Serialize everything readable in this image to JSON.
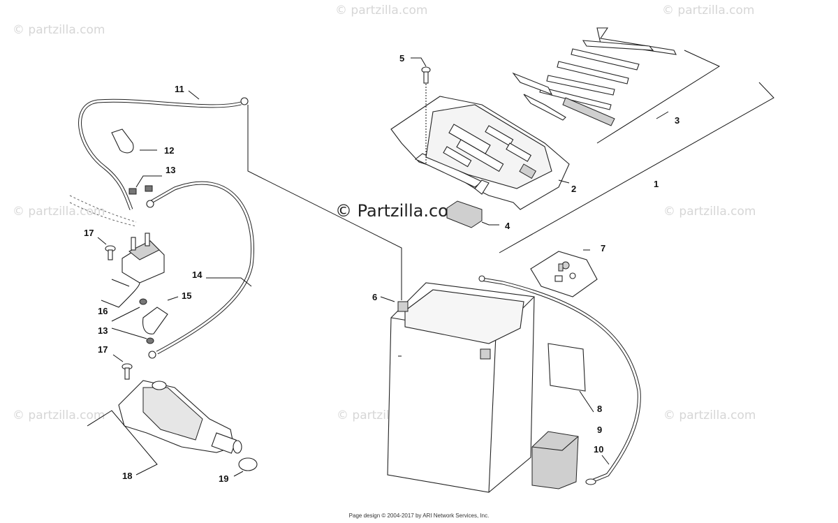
{
  "watermarks": {
    "brand": "© Partzilla.com",
    "brand_short": "© partzilla.com"
  },
  "callouts": {
    "c1": "1",
    "c2": "2",
    "c3": "3",
    "c4": "4",
    "c5": "5",
    "c6": "6",
    "c7": "7",
    "c8": "8",
    "c9": "9",
    "c10": "10",
    "c11": "11",
    "c12": "12",
    "c13a": "13",
    "c13b": "13",
    "c14": "14",
    "c15": "15",
    "c16": "16",
    "c17a": "17",
    "c17b": "17",
    "c18": "18",
    "c19": "19"
  },
  "footer": {
    "text": "Page design © 2004-2017 by ARI Network Services, Inc."
  },
  "colors": {
    "background": "#ffffff",
    "linework": "#111111",
    "watermark": "#d6d6d6"
  }
}
